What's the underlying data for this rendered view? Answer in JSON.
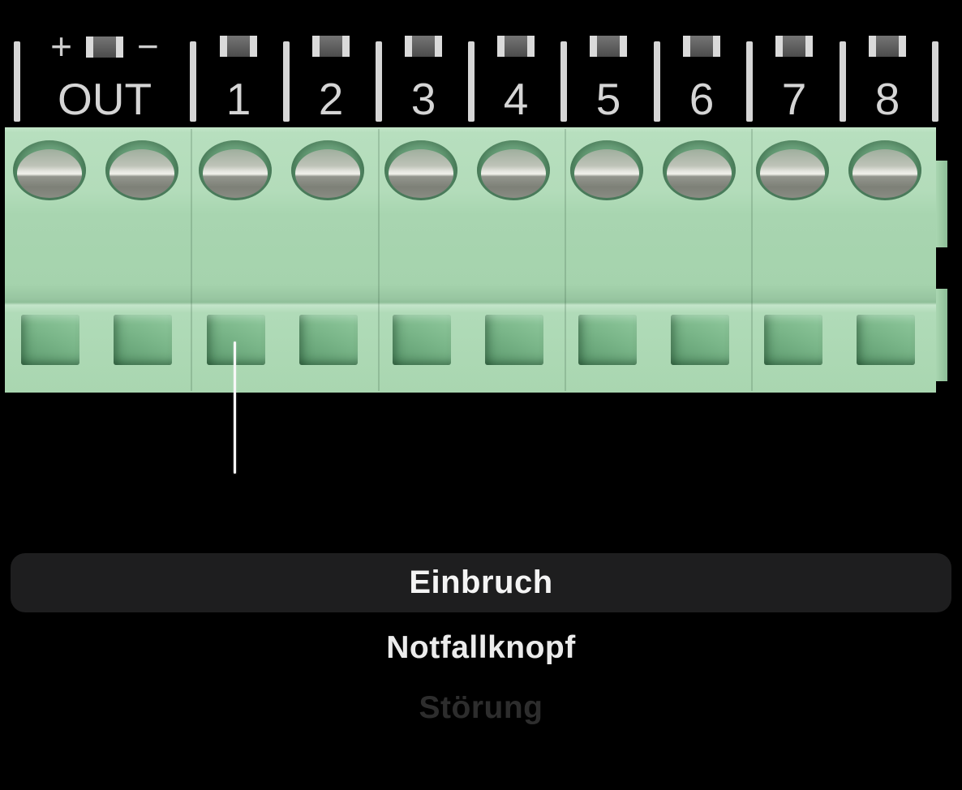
{
  "strip": {
    "out": {
      "plus_label": "+",
      "minus_label": "−",
      "label": "OUT"
    },
    "terminals": [
      {
        "label": "1"
      },
      {
        "label": "2"
      },
      {
        "label": "3"
      },
      {
        "label": "4"
      },
      {
        "label": "5"
      },
      {
        "label": "6"
      },
      {
        "label": "7"
      },
      {
        "label": "8"
      }
    ],
    "terminal_icon": "smd-resistor-icon",
    "pointed_terminal": "1"
  },
  "picker": {
    "selected_option": "Einbruch",
    "options": [
      {
        "label": "Einbruch",
        "state": "selected"
      },
      {
        "label": "Notfallknopf",
        "state": "unselected"
      },
      {
        "label": "Störung",
        "state": "faded"
      }
    ]
  },
  "colors": {
    "background": "#000000",
    "terminal_block_green": "#a8d5b0",
    "label_text": "#d5d5d5",
    "picker_selected_bg": "#1e1e1f",
    "picker_selected_text": "#f4f4f4",
    "picker_faded_text": "#2d2d2d",
    "pointer_line": "#f7f7f7"
  }
}
